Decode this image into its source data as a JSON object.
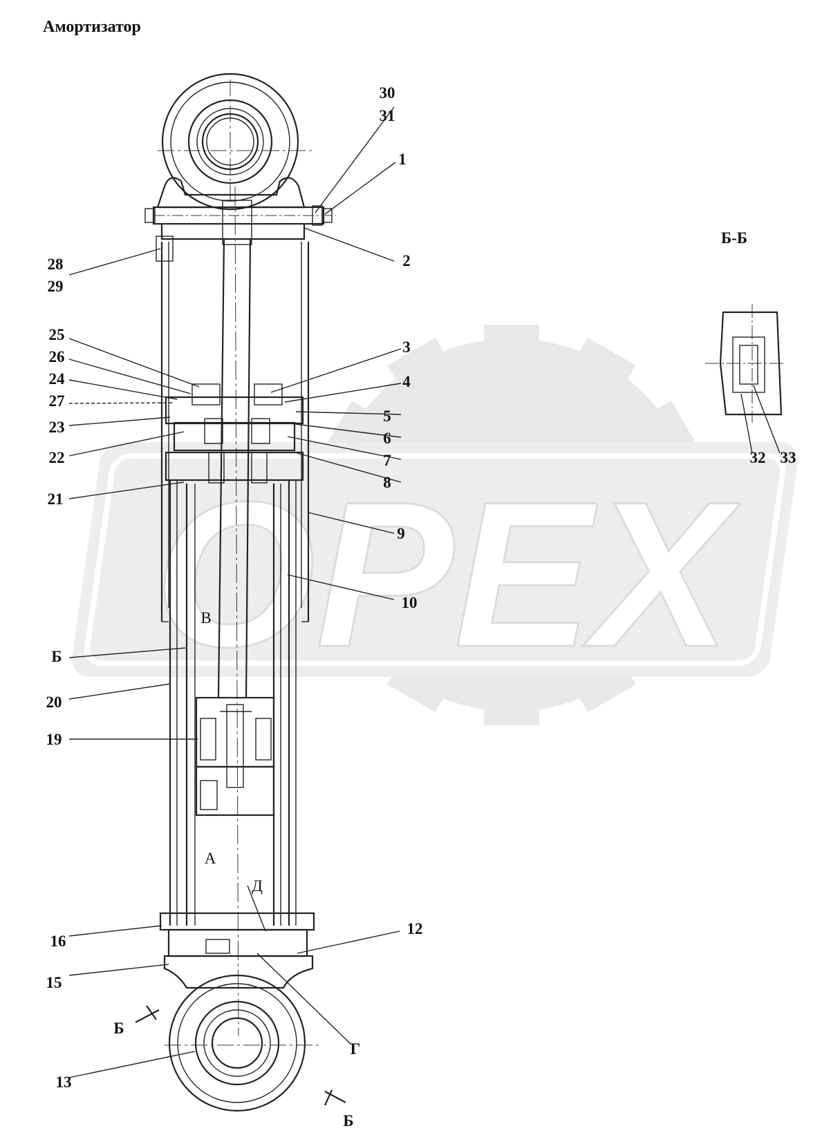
{
  "title": "Амортизатор",
  "watermark": {
    "text": "ОРЕХ",
    "color": "#d9d9d9"
  },
  "section_title": "Б-Б",
  "callouts": [
    {
      "id": "c30",
      "text": "30"
    },
    {
      "id": "c31",
      "text": "31"
    },
    {
      "id": "c1",
      "text": "1"
    },
    {
      "id": "c2",
      "text": "2"
    },
    {
      "id": "c28",
      "text": "28"
    },
    {
      "id": "c29",
      "text": "29"
    },
    {
      "id": "c25",
      "text": "25"
    },
    {
      "id": "c26",
      "text": "26"
    },
    {
      "id": "c24",
      "text": "24"
    },
    {
      "id": "c27",
      "text": "27"
    },
    {
      "id": "c23",
      "text": "23"
    },
    {
      "id": "c22",
      "text": "22"
    },
    {
      "id": "c21",
      "text": "21"
    },
    {
      "id": "c3",
      "text": "3"
    },
    {
      "id": "c4",
      "text": "4"
    },
    {
      "id": "c5",
      "text": "5"
    },
    {
      "id": "c6",
      "text": "6"
    },
    {
      "id": "c7",
      "text": "7"
    },
    {
      "id": "c8",
      "text": "8"
    },
    {
      "id": "c9",
      "text": "9"
    },
    {
      "id": "c10",
      "text": "10"
    },
    {
      "id": "cB1",
      "text": "Б"
    },
    {
      "id": "c20",
      "text": "20"
    },
    {
      "id": "c19",
      "text": "19"
    },
    {
      "id": "c16",
      "text": "16"
    },
    {
      "id": "c12",
      "text": "12"
    },
    {
      "id": "c15",
      "text": "15"
    },
    {
      "id": "cB2",
      "text": "Б"
    },
    {
      "id": "cG",
      "text": "Г"
    },
    {
      "id": "c13",
      "text": "13"
    },
    {
      "id": "cB3",
      "text": "Б"
    },
    {
      "id": "c32",
      "text": "32"
    },
    {
      "id": "c33",
      "text": "33"
    }
  ],
  "zones": [
    {
      "id": "zV",
      "text": "В"
    },
    {
      "id": "zA",
      "text": "А"
    },
    {
      "id": "zD",
      "text": "Д"
    }
  ]
}
